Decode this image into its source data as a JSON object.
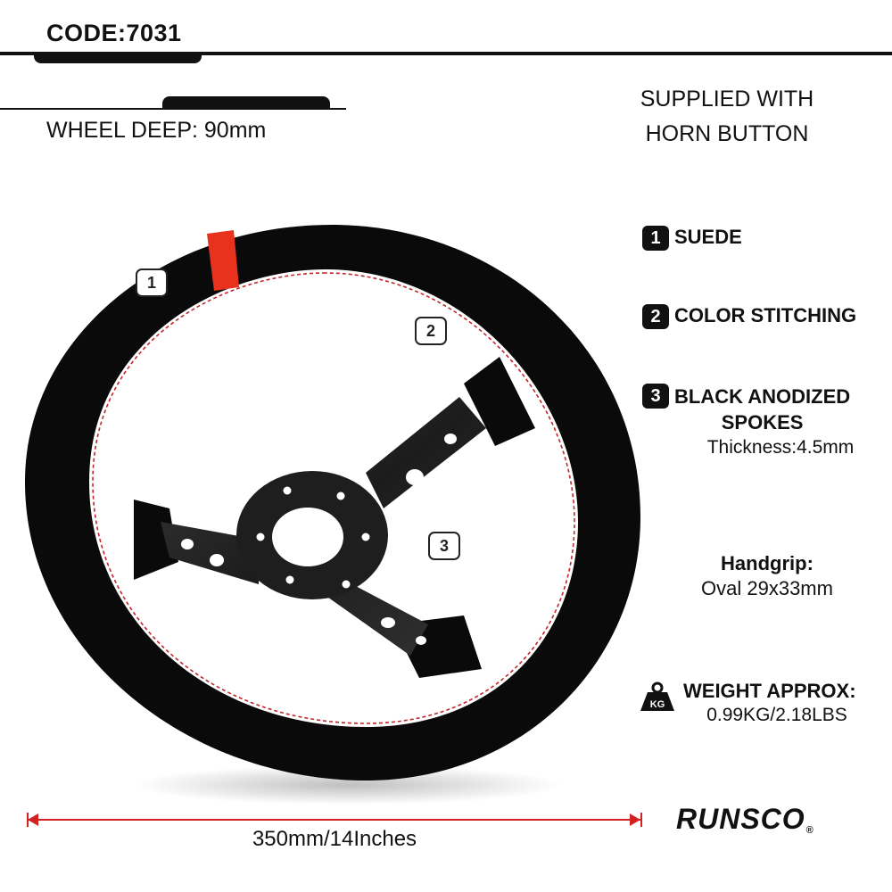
{
  "header": {
    "code": "CODE:7031"
  },
  "specs": {
    "wheel_deep": "WHEEL DEEP: 90mm",
    "supplied_line1": "SUPPLIED WITH",
    "supplied_line2": "HORN BUTTON"
  },
  "features": [
    {
      "num": "1",
      "label": "SUEDE"
    },
    {
      "num": "2",
      "label": "COLOR STITCHING"
    },
    {
      "num": "3",
      "label_line1": "BLACK ANODIZED",
      "label_line2": "SPOKES"
    }
  ],
  "thickness": "Thickness:4.5mm",
  "handgrip": {
    "title": "Handgrip:",
    "value": "Oval 29x33mm"
  },
  "weight": {
    "title": "WEIGHT APPROX:",
    "value": "0.99KG/2.18LBS",
    "icon": "weight-icon"
  },
  "dimension": "350mm/14Inches",
  "brand": {
    "name": "RUNSCO",
    "mark": "®"
  },
  "callouts": [
    "1",
    "2",
    "3"
  ],
  "colors": {
    "accent": "#d32020",
    "suede": "#0a0a0a",
    "spoke": "#2a2a2a",
    "stripe": "#e8321e"
  }
}
